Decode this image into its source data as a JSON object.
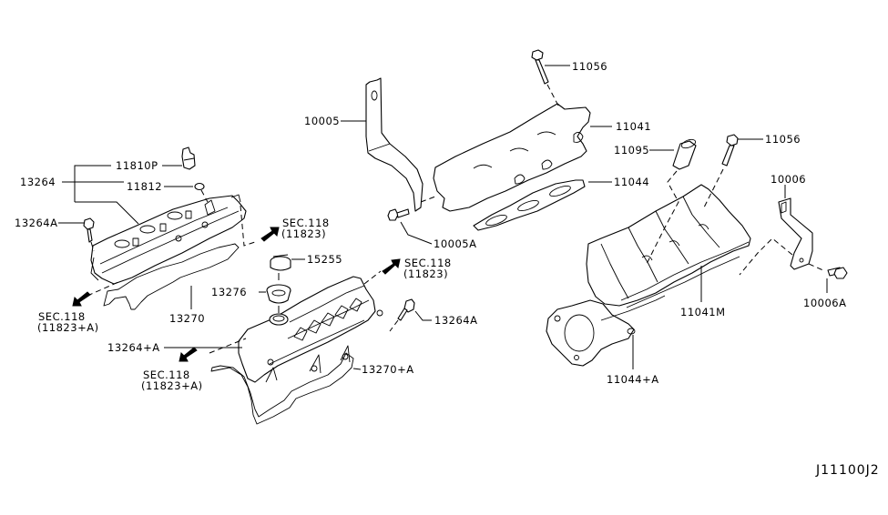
{
  "diagram": {
    "title": "Cylinder Head & Rocker Cover",
    "figure_code": "J11100J2",
    "parts": {
      "p13264": "13264",
      "p11810P": "11810P",
      "p11812": "11812",
      "p13264A_left": "13264A",
      "p13270": "13270",
      "p13276": "13276",
      "p15255": "15255",
      "p13264plusA": "13264+A",
      "p13270plusA": "13270+A",
      "p13264A_right": "13264A",
      "p10005": "10005",
      "p10005A": "10005A",
      "p11056_top": "11056",
      "p11041": "11041",
      "p11044": "11044",
      "p11095": "11095",
      "p11056_right": "11056",
      "p10006": "10006",
      "p10006A": "10006A",
      "p11041M": "11041M",
      "p11044plusA": "11044+A"
    },
    "section_refs": {
      "sec_upper_right_cover": {
        "line1": "SEC.118",
        "line2": "(11823)"
      },
      "sec_lower_cover": {
        "line1": "SEC.118",
        "line2": "(11823)"
      },
      "sec_left_cover": {
        "line1": "SEC.118",
        "line2": "(11823+A)"
      },
      "sec_lower_left": {
        "line1": "SEC.118",
        "line2": "(11823+A)"
      }
    }
  }
}
